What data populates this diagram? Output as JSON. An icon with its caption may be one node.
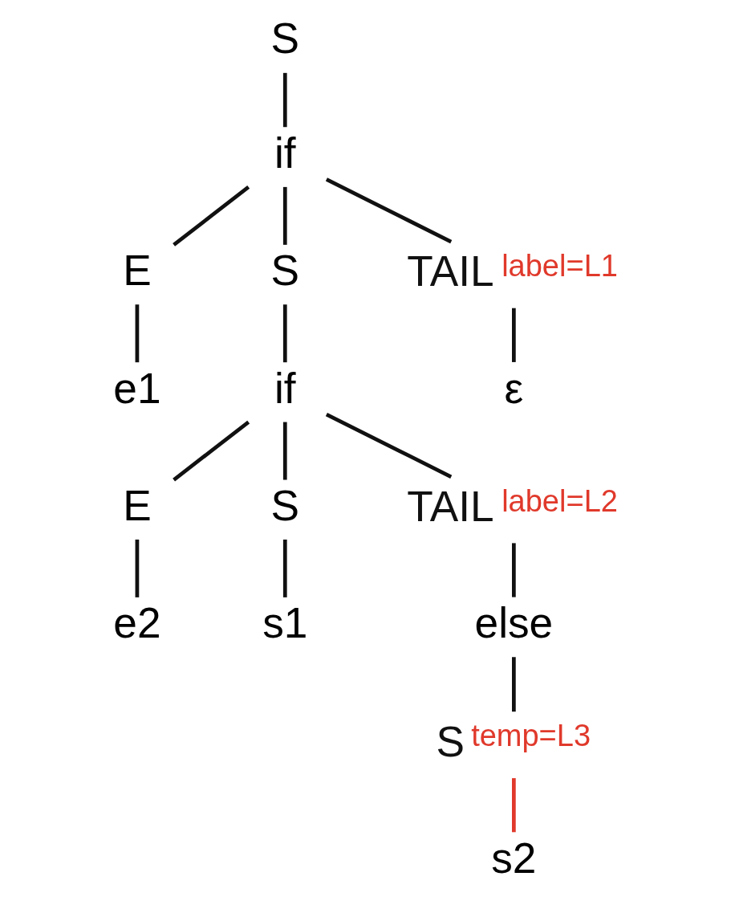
{
  "diagram": {
    "nodes": [
      {
        "text": [
          "S"
        ]
      },
      {
        "text": [
          "if"
        ]
      },
      {
        "text": [
          "E"
        ]
      },
      {
        "text": [
          "S"
        ]
      },
      {
        "text": [
          "TAIL"
        ],
        "beside": [
          "label=L1"
        ]
      },
      {
        "text": [
          "e1"
        ]
      },
      {
        "text": [
          "if"
        ]
      },
      {
        "text": [
          "ε"
        ]
      },
      {
        "text": [
          "E"
        ]
      },
      {
        "text": [
          "S"
        ]
      },
      {
        "text": [
          "TAIL"
        ],
        "beside": [
          "label=L2"
        ]
      },
      {
        "text": [
          "e2"
        ]
      },
      {
        "text": [
          "s1"
        ]
      },
      {
        "text": [
          "else"
        ]
      },
      {
        "text": [
          "S"
        ],
        "beside": [
          "temp=L3"
        ]
      },
      {
        "text": [
          "s2"
        ]
      }
    ],
    "edges": [
      {
        "from": 0,
        "to": 1,
        "arrow": "none"
      },
      {
        "from": 1,
        "to": 2,
        "arrow": "none"
      },
      {
        "from": 1,
        "to": 3,
        "arrow": "none"
      },
      {
        "from": 1,
        "to": 4,
        "arrow": "none"
      },
      {
        "from": 2,
        "to": 5,
        "arrow": "none"
      },
      {
        "from": 3,
        "to": 6,
        "arrow": "none"
      },
      {
        "from": 4,
        "to": 7,
        "arrow": "none"
      },
      {
        "from": 6,
        "to": 8,
        "arrow": "none"
      },
      {
        "from": 6,
        "to": 9,
        "arrow": "none"
      },
      {
        "from": 6,
        "to": 10,
        "arrow": "none"
      },
      {
        "from": 8,
        "to": 11,
        "arrow": "none"
      },
      {
        "from": 9,
        "to": 12,
        "arrow": "none"
      },
      {
        "from": 10,
        "to": 13,
        "arrow": "none"
      },
      {
        "from": 13,
        "to": 14,
        "arrow": "none"
      },
      {
        "from": 14,
        "to": 15,
        "arrow": "none",
        "color": "#e0392b"
      }
    ]
  }
}
